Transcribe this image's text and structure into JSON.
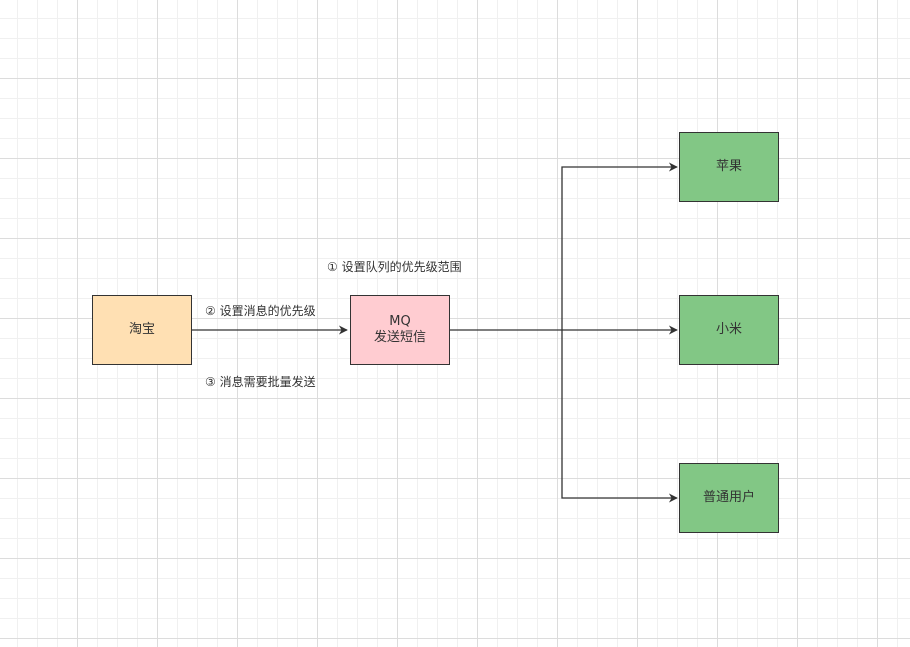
{
  "nodes": {
    "taobao": {
      "text": "淘宝",
      "fill": "#ffe0b3"
    },
    "mq": {
      "line1": "MQ",
      "line2": "发送短信",
      "fill": "#ffccd1"
    },
    "apple": {
      "text": "苹果",
      "fill": "#82c785"
    },
    "xiaomi": {
      "text": "小米",
      "fill": "#82c785"
    },
    "normal_user": {
      "text": "普通用户",
      "fill": "#82c785"
    }
  },
  "labels": {
    "step1": "① 设置队列的优先级范围",
    "step2": "② 设置消息的优先级",
    "step3": "③ 消息需要批量发送"
  },
  "colors": {
    "stroke": "#333333"
  }
}
